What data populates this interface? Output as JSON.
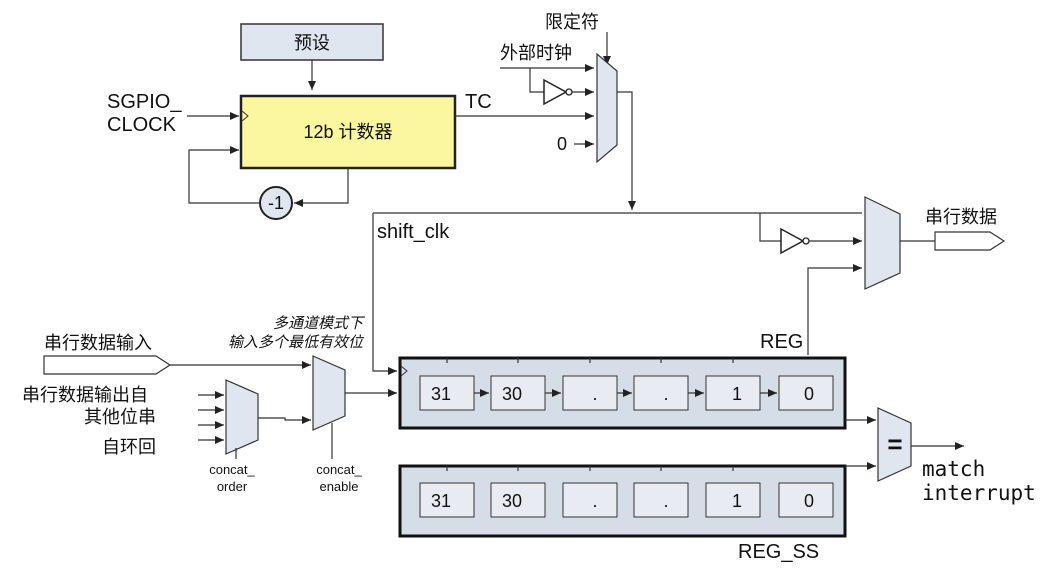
{
  "preset_label": "预设",
  "counter_label": "12b 计数器",
  "sgpio_clock_line1": "SGPIO_",
  "sgpio_clock_line2": "CLOCK",
  "decrement_label": "-1",
  "tc_label": "TC",
  "qualifier_label": "限定符",
  "ext_clock_label": "外部时钟",
  "zero_label": "0",
  "shift_clk_label": "shift_clk",
  "serial_data_label": "串行数据",
  "serial_in_label": "串行数据输入",
  "multi_channel_line1": "多通道模式下",
  "multi_channel_line2": "输入多个最低有效位",
  "serial_out_from_line1": "串行数据输出自",
  "serial_out_from_line2": "其他位串",
  "self_loop_label": "自环回",
  "concat_order_line1": "concat_",
  "concat_order_line2": "order",
  "concat_enable_line1": "concat_",
  "concat_enable_line2": "enable",
  "reg_label": "REG",
  "reg_ss_label": "REG_SS",
  "reg_cells": [
    "31",
    "30",
    ".",
    ".",
    "1",
    "0"
  ],
  "reg_ss_cells": [
    "31",
    "30",
    ".",
    ".",
    "1",
    "0"
  ],
  "compare_symbol": "=",
  "match_line1": "match",
  "match_line2": "interrupt",
  "colors": {
    "counter_fill": "#fbf7a0",
    "block_fill": "#dfe6ef",
    "register_fill": "#d5dde7"
  }
}
